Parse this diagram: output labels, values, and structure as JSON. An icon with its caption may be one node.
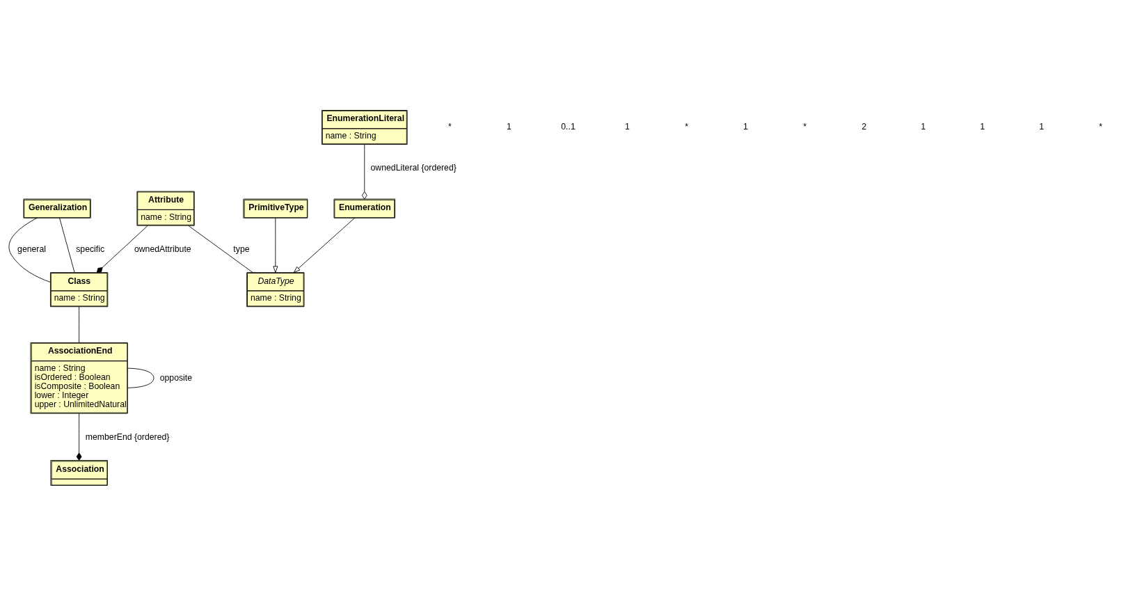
{
  "diagram": {
    "nodes": [
      {
        "text": [
          "Generalization"
        ]
      },
      {
        "text": [
          "Attribute",
          "name : String"
        ]
      },
      {
        "text": [
          "Class",
          "name : String"
        ]
      },
      {
        "text": [
          "Association"
        ]
      },
      {
        "text": [
          "DataType",
          "name : String"
        ]
      },
      {
        "text": [
          "AssociationEnd",
          "name : String",
          "isOrdered : Boolean",
          "isComposite : Boolean",
          "lower : Integer",
          "upper : UnlimitedNatural"
        ]
      },
      {
        "text": [
          "PrimitiveType"
        ]
      },
      {
        "text": [
          "Enumeration"
        ]
      },
      {
        "text": [
          "EnumerationLiteral",
          "name : String"
        ]
      }
    ],
    "edges": [
      {
        "from": 0,
        "to": 2,
        "arrow": "none",
        "label": "general"
      },
      {
        "from": 0,
        "to": 2,
        "arrow": "none",
        "label": "specific"
      },
      {
        "from": 1,
        "to": 2,
        "arrow": "other",
        "label": "ownedAttribute"
      },
      {
        "from": 2,
        "to": 5,
        "arrow": "none"
      },
      {
        "from": 5,
        "to": 3,
        "arrow": "other",
        "label": "memberEnd {ordered}"
      },
      {
        "from": 5,
        "to": 5,
        "arrow": "none",
        "label": "opposite"
      },
      {
        "from": 1,
        "to": 4,
        "arrow": "none",
        "label": "type"
      },
      {
        "from": 6,
        "to": 4,
        "arrow": "to"
      },
      {
        "from": 7,
        "to": 4,
        "arrow": "to"
      },
      {
        "from": 8,
        "to": 7,
        "arrow": "other",
        "label": "ownedLiteral {ordered}"
      }
    ],
    "labels": [
      "*",
      "1",
      "0..1",
      "1",
      "*",
      "1",
      "*",
      "2",
      "1",
      "1",
      "1",
      "*"
    ]
  }
}
